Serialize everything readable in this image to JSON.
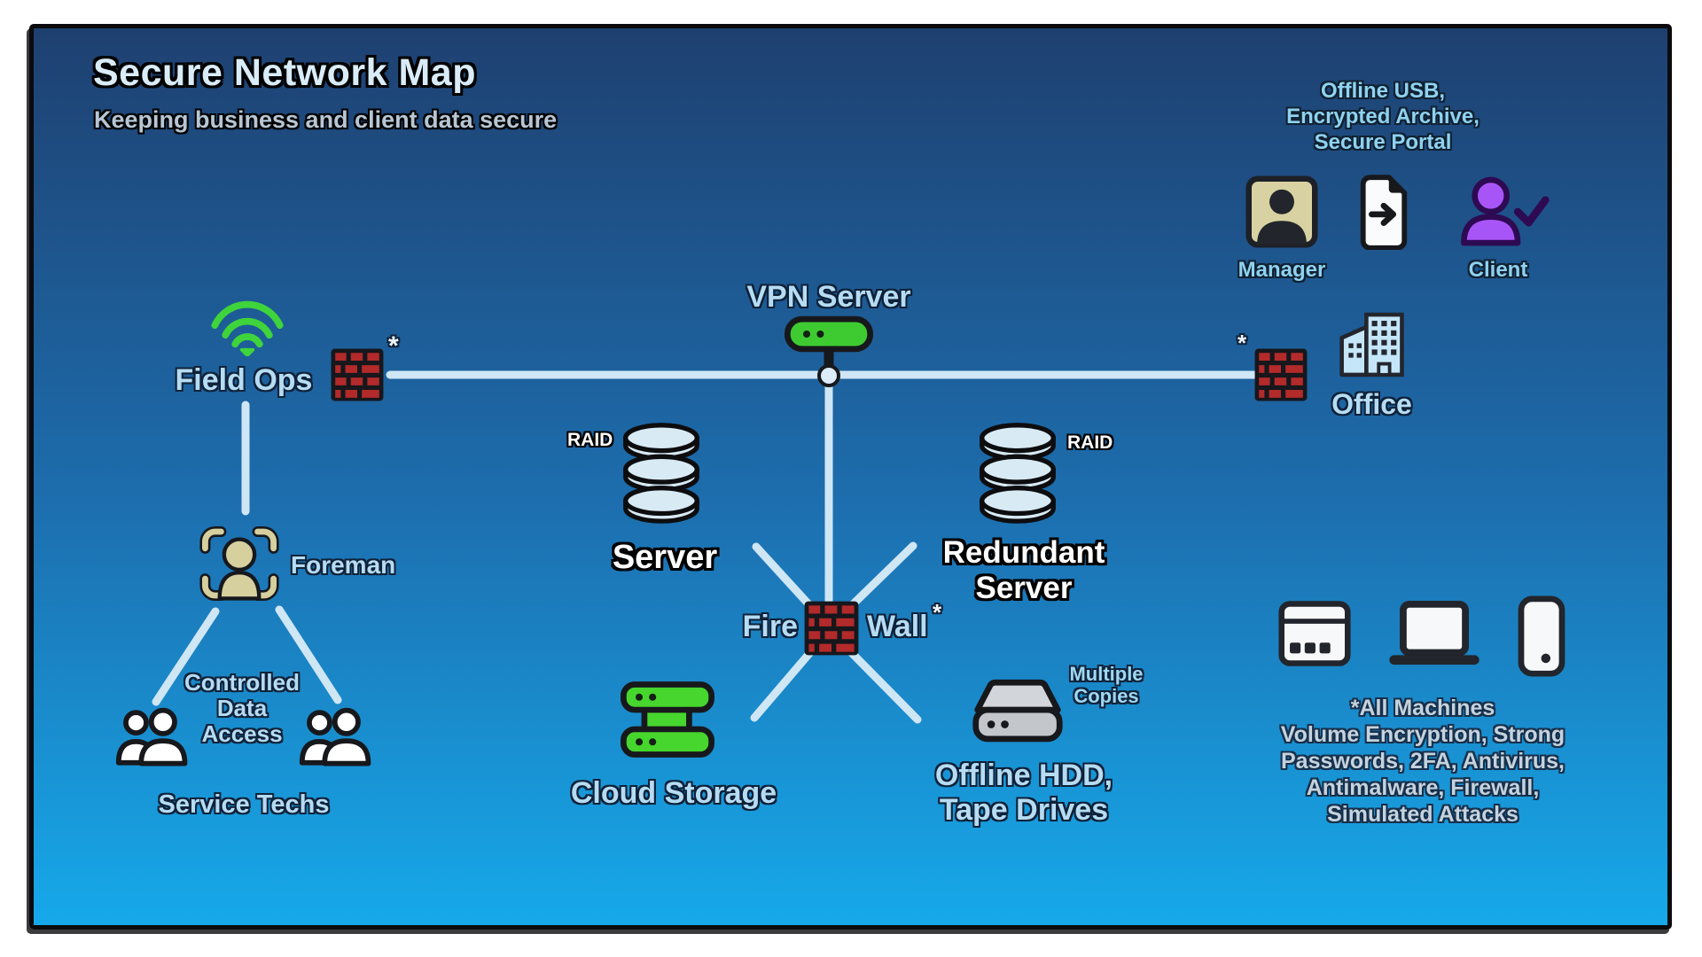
{
  "title": "Secure Network Map",
  "subtitle": "Keeping business and client data secure",
  "colors": {
    "background_top": "#1e4070",
    "background_bottom": "#16a9ea",
    "connection_line": "#cfe6f5",
    "brick_red": "#b32a2a",
    "green": "#3ed32f",
    "client_purple": "#a855f7",
    "tan": "#d6cf9e",
    "label_blue": "#b5dcf3",
    "note_sky": "#8fd2f0"
  },
  "notes": {
    "top_right": {
      "lines": [
        "Offline USB,",
        "Encrypted Archive,",
        "Secure Portal"
      ]
    },
    "machines": {
      "lines": [
        "*All Machines",
        "Volume Encryption, Strong",
        "Passwords, 2FA, Antivirus,",
        "Antimalware, Firewall,",
        "Simulated Attacks"
      ]
    },
    "multiple_copies": {
      "lines": [
        "Multiple",
        "Copies"
      ]
    },
    "controlled_access": {
      "lines": [
        "Controlled",
        "Data",
        "Access"
      ]
    }
  },
  "nodes": {
    "field_ops": {
      "label": "Field Ops"
    },
    "vpn_server": {
      "label": "VPN Server"
    },
    "server": {
      "label": "Server",
      "badge": "RAID"
    },
    "redundant_server": {
      "lines": [
        "Redundant",
        "Server"
      ],
      "badge": "RAID"
    },
    "firewall_center": {
      "label_left": "Fire",
      "label_right": "Wall",
      "asterisk": "*"
    },
    "firewall_left": {
      "asterisk": "*"
    },
    "firewall_right": {
      "asterisk": "*"
    },
    "cloud_storage": {
      "label": "Cloud Storage"
    },
    "offline_hdd": {
      "lines": [
        "Offline HDD,",
        "Tape Drives"
      ]
    },
    "office": {
      "label": "Office"
    },
    "manager": {
      "label": "Manager"
    },
    "client": {
      "label": "Client"
    },
    "foreman": {
      "label": "Foreman"
    },
    "service_techs": {
      "label": "Service Techs"
    }
  }
}
